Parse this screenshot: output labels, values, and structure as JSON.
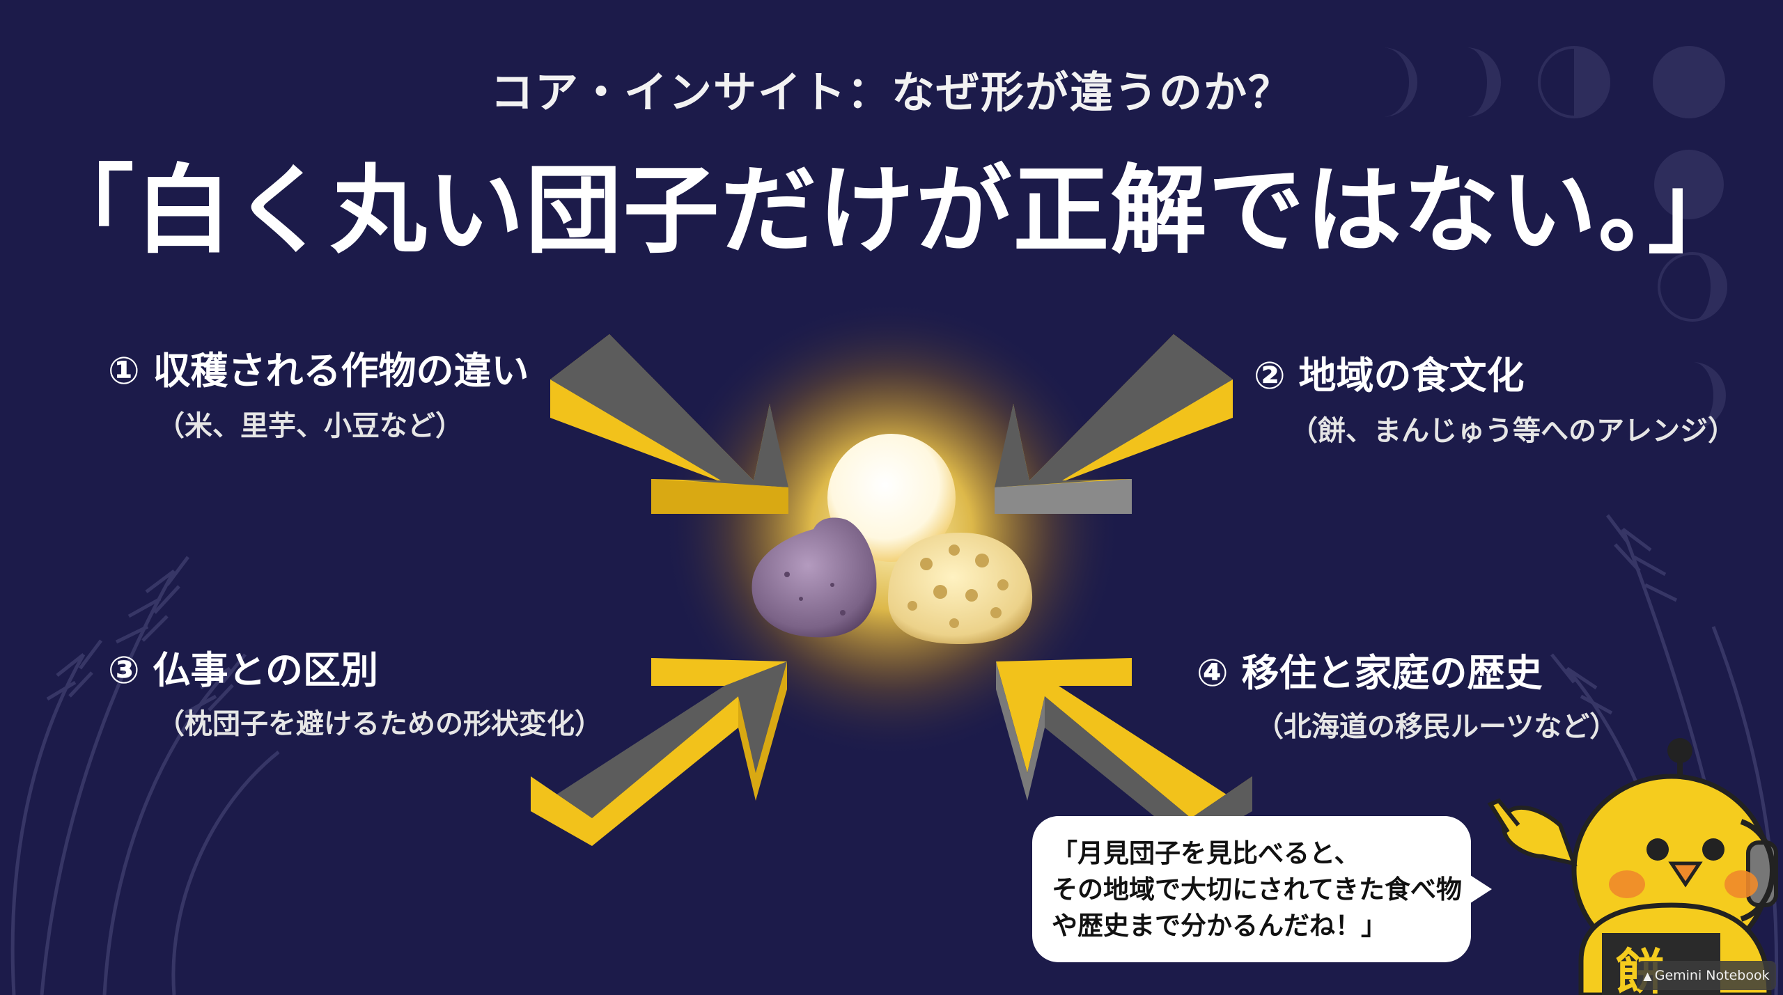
{
  "slide": {
    "subtitle": "コア・インサイト：なぜ形が違うのか？",
    "headline": "「白く丸い団子だけが正解ではない。」"
  },
  "factors": [
    {
      "title": "① 収穫される作物の違い",
      "detail": "（米、里芋、小豆など）"
    },
    {
      "title": "② 地域の食文化",
      "detail": "（餅、まんじゅう等へのアレンジ）"
    },
    {
      "title": "③ 仏事との区別",
      "detail": "（枕団子を避けるための形状変化）"
    },
    {
      "title": "④ 移住と家庭の歴史",
      "detail": "（北海道の移民ルーツなど）"
    }
  ],
  "speech_bubble": {
    "lines": [
      "「月見団子を見比べると、",
      "その地域で大切にされてきた食べ物",
      "や歴史まで分かるんだね！」"
    ]
  },
  "mascot": {
    "chest_label": "餅"
  },
  "badge": {
    "label": "Gemini Notebook"
  },
  "colors": {
    "background": "#1c1b4a",
    "arrow_yellow": "#f2c21b",
    "arrow_grey": "#5c5c5c",
    "glow": "#ffd44a"
  },
  "icons": [
    "crescent-moon-icon",
    "half-moon-icon",
    "full-moon-icon",
    "susuki-grass-icon",
    "arrow-icon",
    "dango-icon",
    "mascot-icon",
    "notebook-icon"
  ]
}
